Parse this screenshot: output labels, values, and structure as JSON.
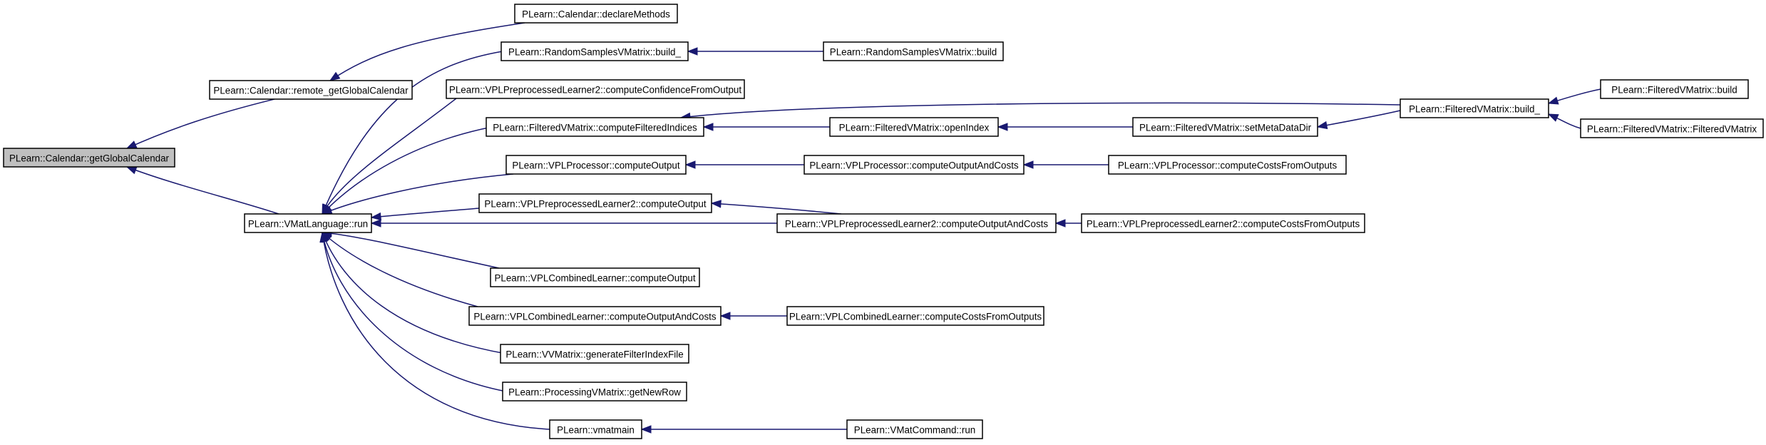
{
  "graph": {
    "edge_color": "#191970",
    "root_fill": "#bfbfbf",
    "nodes": [
      {
        "id": "getGlobalCalendar",
        "label": "PLearn::Calendar::getGlobalCalendar",
        "root": true
      },
      {
        "id": "remote_getGlobalCalendar",
        "label": "PLearn::Calendar::remote_getGlobalCalendar"
      },
      {
        "id": "declareMethods",
        "label": "PLearn::Calendar::declareMethods"
      },
      {
        "id": "VMatLanguage_run",
        "label": "PLearn::VMatLanguage::run"
      },
      {
        "id": "RandomSamples_build_",
        "label": "PLearn::RandomSamplesVMatrix::build_"
      },
      {
        "id": "RandomSamples_build",
        "label": "PLearn::RandomSamplesVMatrix::build"
      },
      {
        "id": "VPLPre2_computeConfidence",
        "label": "PLearn::VPLPreprocessedLearner2::computeConfidenceFromOutput"
      },
      {
        "id": "Filtered_computeFilteredIndices",
        "label": "PLearn::FilteredVMatrix::computeFilteredIndices"
      },
      {
        "id": "Filtered_openIndex",
        "label": "PLearn::FilteredVMatrix::openIndex"
      },
      {
        "id": "Filtered_setMetaDataDir",
        "label": "PLearn::FilteredVMatrix::setMetaDataDir"
      },
      {
        "id": "Filtered_build_",
        "label": "PLearn::FilteredVMatrix::build_"
      },
      {
        "id": "Filtered_build",
        "label": "PLearn::FilteredVMatrix::build"
      },
      {
        "id": "Filtered_ctor",
        "label": "PLearn::FilteredVMatrix::FilteredVMatrix"
      },
      {
        "id": "VPLProc_computeOutput",
        "label": "PLearn::VPLProcessor::computeOutput"
      },
      {
        "id": "VPLProc_computeOutputAndCosts",
        "label": "PLearn::VPLProcessor::computeOutputAndCosts"
      },
      {
        "id": "VPLProc_computeCostsFromOutputs",
        "label": "PLearn::VPLProcessor::computeCostsFromOutputs"
      },
      {
        "id": "VPLPre2_computeOutput",
        "label": "PLearn::VPLPreprocessedLearner2::computeOutput"
      },
      {
        "id": "VPLPre2_computeOutputAndCosts",
        "label": "PLearn::VPLPreprocessedLearner2::computeOutputAndCosts"
      },
      {
        "id": "VPLPre2_computeCostsFromOutputs",
        "label": "PLearn::VPLPreprocessedLearner2::computeCostsFromOutputs"
      },
      {
        "id": "VPLComb_computeOutput",
        "label": "PLearn::VPLCombinedLearner::computeOutput"
      },
      {
        "id": "VPLComb_computeOutputAndCosts",
        "label": "PLearn::VPLCombinedLearner::computeOutputAndCosts"
      },
      {
        "id": "VPLComb_computeCostsFromOutputs",
        "label": "PLearn::VPLCombinedLearner::computeCostsFromOutputs"
      },
      {
        "id": "VV_generateFilterIndexFile",
        "label": "PLearn::VVMatrix::generateFilterIndexFile"
      },
      {
        "id": "Processing_getNewRow",
        "label": "PLearn::ProcessingVMatrix::getNewRow"
      },
      {
        "id": "vmatmain",
        "label": "PLearn::vmatmain"
      },
      {
        "id": "VMatCommand_run",
        "label": "PLearn::VMatCommand::run"
      }
    ],
    "edges": [
      {
        "from": "remote_getGlobalCalendar",
        "to": "getGlobalCalendar"
      },
      {
        "from": "VMatLanguage_run",
        "to": "getGlobalCalendar"
      },
      {
        "from": "declareMethods",
        "to": "remote_getGlobalCalendar"
      },
      {
        "from": "RandomSamples_build_",
        "to": "VMatLanguage_run"
      },
      {
        "from": "VPLPre2_computeConfidence",
        "to": "VMatLanguage_run"
      },
      {
        "from": "Filtered_computeFilteredIndices",
        "to": "VMatLanguage_run"
      },
      {
        "from": "VPLProc_computeOutput",
        "to": "VMatLanguage_run"
      },
      {
        "from": "VPLPre2_computeOutput",
        "to": "VMatLanguage_run"
      },
      {
        "from": "VPLPre2_computeOutputAndCosts",
        "to": "VMatLanguage_run"
      },
      {
        "from": "VPLComb_computeOutput",
        "to": "VMatLanguage_run"
      },
      {
        "from": "VPLComb_computeOutputAndCosts",
        "to": "VMatLanguage_run"
      },
      {
        "from": "VV_generateFilterIndexFile",
        "to": "VMatLanguage_run"
      },
      {
        "from": "Processing_getNewRow",
        "to": "VMatLanguage_run"
      },
      {
        "from": "vmatmain",
        "to": "VMatLanguage_run"
      },
      {
        "from": "RandomSamples_build",
        "to": "RandomSamples_build_"
      },
      {
        "from": "Filtered_openIndex",
        "to": "Filtered_computeFilteredIndices"
      },
      {
        "from": "Filtered_build_",
        "to": "Filtered_computeFilteredIndices"
      },
      {
        "from": "Filtered_setMetaDataDir",
        "to": "Filtered_openIndex"
      },
      {
        "from": "Filtered_build_",
        "to": "Filtered_setMetaDataDir"
      },
      {
        "from": "Filtered_build",
        "to": "Filtered_build_"
      },
      {
        "from": "Filtered_ctor",
        "to": "Filtered_build_"
      },
      {
        "from": "VPLProc_computeOutputAndCosts",
        "to": "VPLProc_computeOutput"
      },
      {
        "from": "VPLProc_computeCostsFromOutputs",
        "to": "VPLProc_computeOutputAndCosts"
      },
      {
        "from": "VPLPre2_computeOutputAndCosts",
        "to": "VPLPre2_computeOutput"
      },
      {
        "from": "VPLPre2_computeCostsFromOutputs",
        "to": "VPLPre2_computeOutputAndCosts"
      },
      {
        "from": "VPLComb_computeCostsFromOutputs",
        "to": "VPLComb_computeOutputAndCosts"
      },
      {
        "from": "VMatCommand_run",
        "to": "vmatmain"
      }
    ]
  }
}
